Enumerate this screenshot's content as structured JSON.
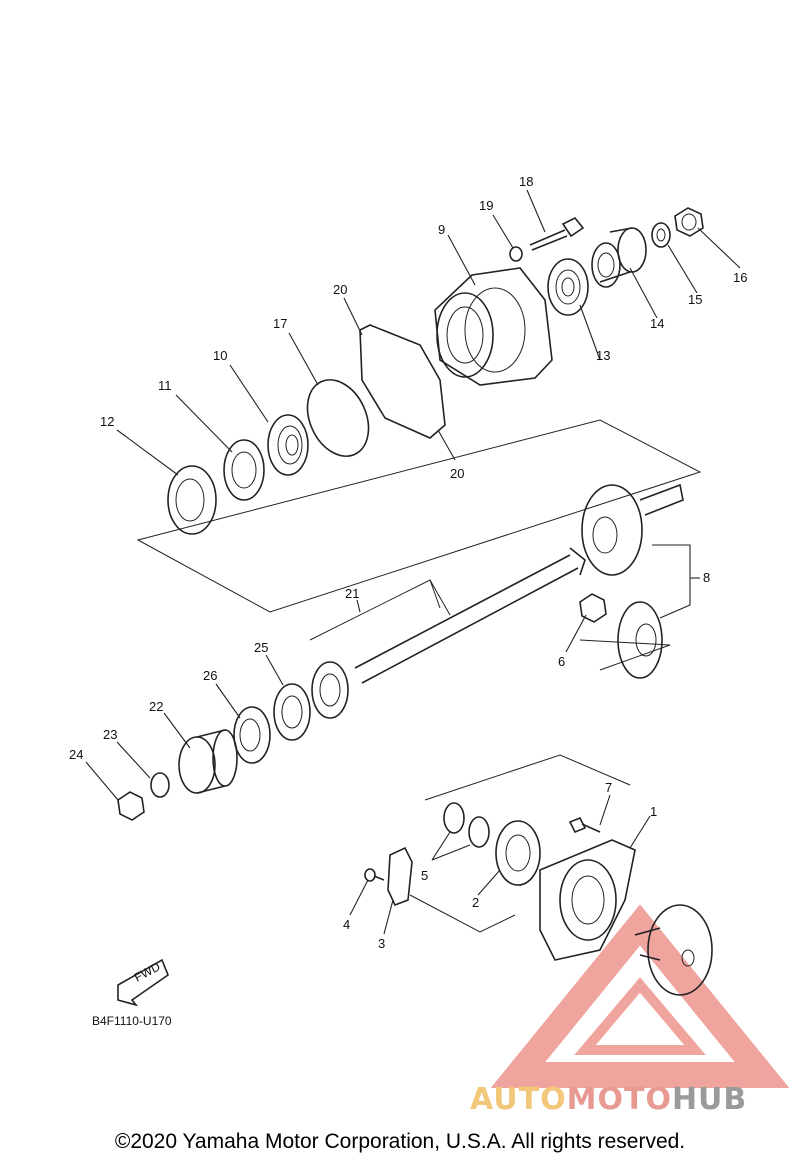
{
  "labels": {
    "p1": "1",
    "p2": "2",
    "p3": "3",
    "p4": "4",
    "p5": "5",
    "p6": "6",
    "p7": "7",
    "p8": "8",
    "p9": "9",
    "p10": "10",
    "p11": "11",
    "p12": "12",
    "p13": "13",
    "p14": "14",
    "p15": "15",
    "p16": "16",
    "p17": "17",
    "p18": "18",
    "p19": "19",
    "p20a": "20",
    "p20b": "20",
    "p21": "21",
    "p22": "22",
    "p23": "23",
    "p24": "24",
    "p25": "25",
    "p26": "26"
  },
  "fwd_label": "FWD",
  "diagram_code": "B4F1110-U170",
  "watermark": {
    "part1": "AUTO",
    "part2": "MOTO",
    "part3": "HUB"
  },
  "copyright": "©2020 Yamaha Motor Corporation, U.S.A. All rights reserved."
}
